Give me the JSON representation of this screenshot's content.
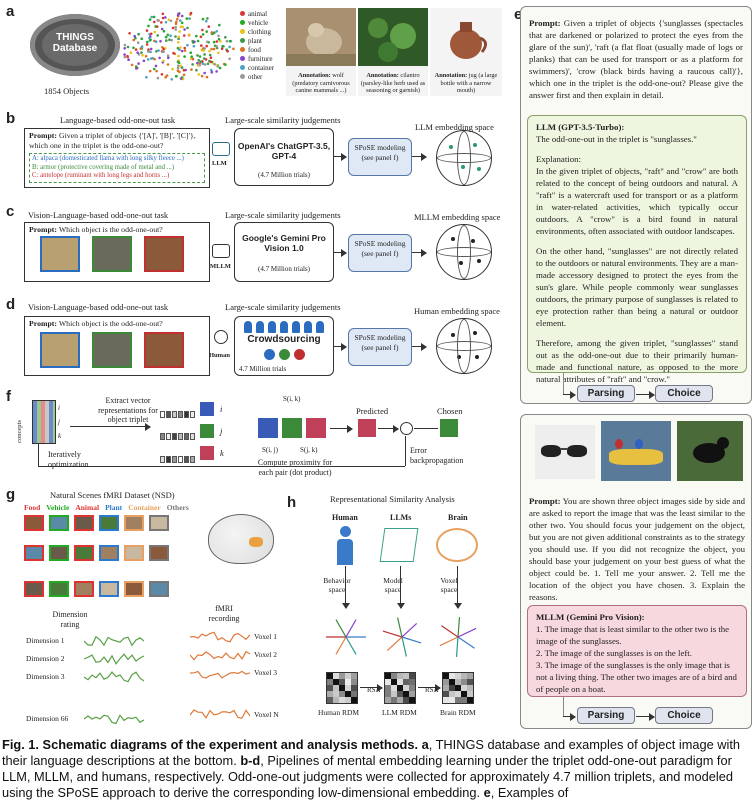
{
  "panel_a": {
    "label": "a",
    "database_title": "THINGS\nDatabase",
    "objects_count": "1854 Objects",
    "legend": [
      {
        "name": "animal",
        "color": "#d33"
      },
      {
        "name": "vehicle",
        "color": "#2a2"
      },
      {
        "name": "clothing",
        "color": "#e8c21a"
      },
      {
        "name": "plant",
        "color": "#3a9a4a"
      },
      {
        "name": "food",
        "color": "#e07020"
      },
      {
        "name": "furniture",
        "color": "#8844cc"
      },
      {
        "name": "container",
        "color": "#4aa3c8"
      },
      {
        "name": "other",
        "color": "#999"
      }
    ],
    "annotations": [
      {
        "bold": "Annotation:",
        "text": " wolf (predatory carnivorous canine mammals ...)"
      },
      {
        "bold": "Annotation:",
        "text": " cilantro (parsley-like herb used as seasoning or garnish)"
      },
      {
        "bold": "Annotation:",
        "text": " jug (a large bottle with a narrow mouth)"
      }
    ]
  },
  "panel_b": {
    "label": "b",
    "task_title": "Language-based odd-one-out task",
    "judgements_title": "Large-scale similarity judgements",
    "space_title": "LLM embedding space",
    "prompt_bold": "Prompt:",
    "prompt_text": " Given a triplet of objects {'[A]', '[B]', '[C]'}, which one in the triplet is the odd-one-out?",
    "options": [
      "A: alpaca (domesticated llama with long silky fleece ...)",
      "B: armor (protective covering made of metal and ...)",
      "C: antelope (ruminant with long legs and horns ...)"
    ],
    "agent_label": "LLM",
    "model_name": "OpenAI's ChatGPT-3.5, GPT-4",
    "trials": "(4.7 Million trials)",
    "spose": "SPoSE modeling (see panel f)"
  },
  "panel_c": {
    "label": "c",
    "task_title": "Vision-Language-based odd-one-out task",
    "judgements_title": "Large-scale similarity judgements",
    "space_title": "MLLM embedding space",
    "prompt_bold": "Prompt:",
    "prompt_text": " Which object is the odd-one-out?",
    "agent_label": "MLLM",
    "model_name": "Google's Gemini Pro Vision 1.0",
    "trials": "(4.7 Million trials)",
    "spose": "SPoSE modeling (see panel f)"
  },
  "panel_d": {
    "label": "d",
    "task_title": "Vision-Language-based odd-one-out task",
    "judgements_title": "Large-scale similarity judgements",
    "space_title": "Human embedding space",
    "prompt_bold": "Prompt:",
    "prompt_text": " Which object is the odd-one-out?",
    "agent_label": "Human",
    "crowd_label": "Crowdsourcing",
    "trials": "4.7 Million trials",
    "spose": "SPoSE modeling (see panel f)"
  },
  "panel_f": {
    "label": "f",
    "extract": "Extract vector representations for object triplet",
    "concepts": "concepts",
    "i": "i",
    "j": "j",
    "k": "k",
    "iterative": "Iteratively optimization",
    "sik": "S(i, k)",
    "sij": "S(i, j)",
    "sjk": "S(j, k)",
    "compute": "Compute proximity for each pair (dot product)",
    "predicted": "Predicted",
    "chosen": "Chosen",
    "error": "Error backpropagation"
  },
  "panel_g": {
    "label": "g",
    "title": "Natural Scenes fMRI Dataset (NSD)",
    "categories": [
      {
        "name": "Food",
        "color": "#d33"
      },
      {
        "name": "Vehicle",
        "color": "#2a2"
      },
      {
        "name": "Animal",
        "color": "#d33"
      },
      {
        "name": "Plant",
        "color": "#2a7ad0"
      },
      {
        "name": "Container",
        "color": "#e8a060"
      },
      {
        "name": "Others",
        "color": "#777"
      }
    ],
    "dimension_rating": "Dimension rating",
    "fmri": "fMRI recording",
    "dimensions": [
      "Dimension 1",
      "Dimension 2",
      "Dimension 3",
      "Dimension 66"
    ],
    "voxels": [
      "Voxel 1",
      "Voxel 2",
      "Voxel 3",
      "Voxel N"
    ]
  },
  "panel_h": {
    "label": "h",
    "title": "Representational Similarity Analysis",
    "columns": [
      {
        "name": "Human",
        "space": "Behavior space",
        "rdm": "Human RDM"
      },
      {
        "name": "LLMs",
        "space": "Model space",
        "rdm": "LLM RDM"
      },
      {
        "name": "Brain",
        "space": "Voxel space",
        "rdm": "Brain RDM"
      }
    ],
    "rsa": "RSA"
  },
  "panel_e": {
    "label": "e",
    "prompt1_bold": "Prompt:",
    "prompt1_text": " Given a triplet of objects {'sunglasses (spectacles that are darkened or polarized to protect the eyes from the glare of the sun)', 'raft (a flat float (usually made of logs or planks) that can be used for transport or as a platform for swimmers)', 'crow (black birds having a raucous call)'}, which one in the triplet is the odd-one-out? Please give the answer first and then explain in detail.",
    "llm_title": "LLM (GPT-3.5-Turbo):",
    "llm_paragraphs": [
      "The odd-one-out in the triplet is \"sunglasses.\"",
      "Explanation:\nIn the given triplet of objects, \"raft\" and \"crow\" are both related to the concept of being outdoors and natural. A \"raft\" is a watercraft used for transport or as a platform in water-related activities, which typically occur outdoors. A \"crow\" is a bird found in natural environments, often associated with outdoor landscapes.",
      "On the other hand, \"sunglasses\" are not directly related to the outdoors or natural environments. They are a man-made accessory designed to protect the eyes from the sun's glare. While people commonly wear sunglasses outdoors, the primary purpose of sunglasses is related to eye protection rather than being a natural or outdoor element.",
      "Therefore, among the given triplet, \"sunglasses\" stand out as the odd-one-out due to their primarily human-made and functional nature, as opposed to the more natural attributes of \"raft\" and \"crow.\""
    ],
    "parsing": "Parsing",
    "choice": "Choice",
    "prompt2_bold": "Prompt:",
    "prompt2_text": " You are shown three object images side by side and are asked to report the image that was the least similar to the other two. You should focus your judgement on the object, but you are not given additional constraints as to the strategy you should use. If you did not recognize the object, you should base your judgement on your best guess of what the object could be. 1. Tell me your answer. 2. Tell me the location of the object you have chosen. 3. Explain the reasons.",
    "mllm_title": "MLLM (Gemini Pro Vision):",
    "mllm_lines": [
      "1. The image that is least similar to the other two is the image of the sunglasses.",
      "2. The image of the sunglasses is on the left.",
      "3. The image of the sunglasses is the only image that is not a living thing. The other two images are of a bird and of people on a boat."
    ]
  },
  "caption": {
    "fig": "Fig. 1.",
    "title": " Schematic diagrams of the experiment and analysis methods.",
    "a": " a",
    "a_text": ", THINGS database and examples of object image with their language descriptions at the bottom.",
    "bd": " b-d",
    "bd_text": ", Pipelines of mental embedding learning under the triplet odd-one-out paradigm for LLM, MLLM, and humans, respectively. Odd-one-out judgments were collected for approximately 4.7 million triplets, and modeled using the SPoSE approach to derive the corresponding low-dimensional embedding.",
    "e": " e",
    "e_text": ", Examples of"
  }
}
